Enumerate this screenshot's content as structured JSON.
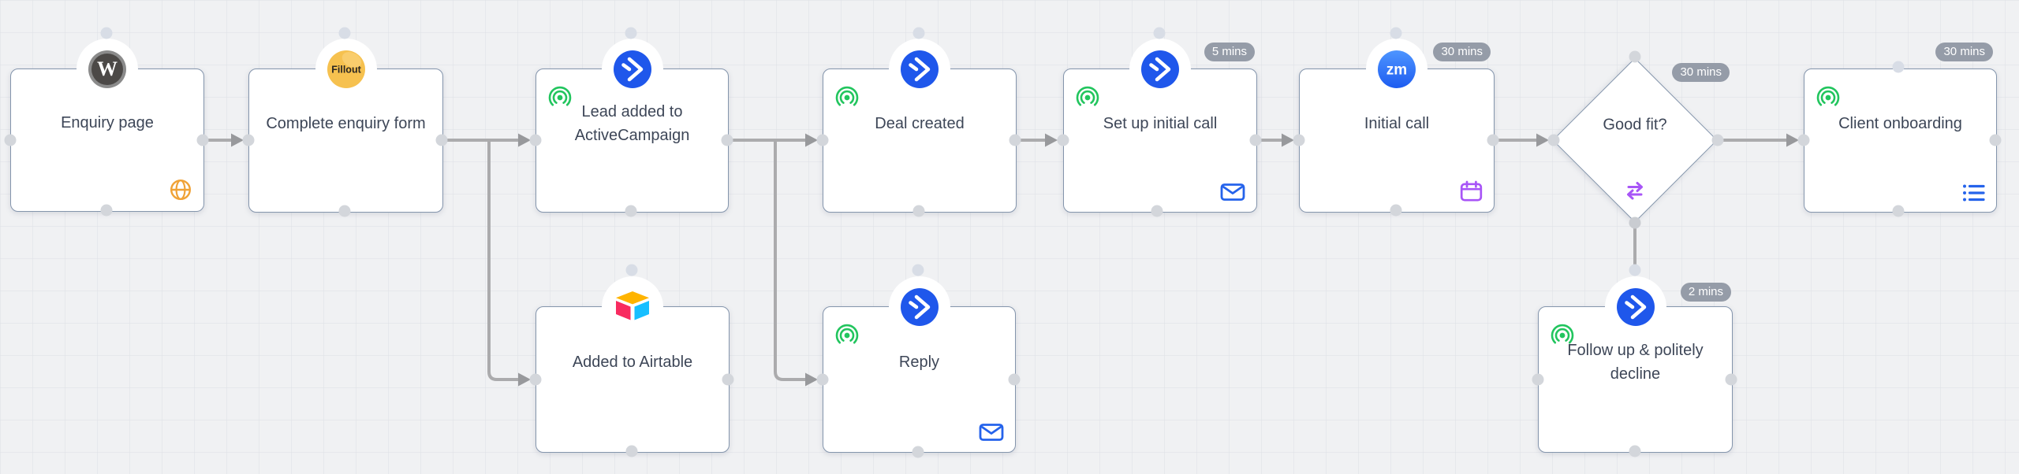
{
  "app": {
    "name": "Workflow canvas"
  },
  "colors": {
    "canvas_bg": "#f0f1f3",
    "node_border": "#8495ac",
    "text": "#3d4657",
    "edge": "#ababad",
    "badge_bg": "#959ca8",
    "badge_text": "#ffffff",
    "activecampaign_blue": "#1f57eb",
    "broadcast_green": "#22c55e",
    "accent_purple": "#a855f7",
    "accent_blue": "#2563eb",
    "globe_orange": "#f0a236",
    "fillout_yellow": "#f6c14f"
  },
  "nodes": [
    {
      "label": "Enquiry page",
      "logo": "wordpress-logo",
      "logo_text": "W",
      "corner_icon": "globe-icon"
    },
    {
      "label": "Complete enquiry form",
      "logo": "fillout-logo",
      "logo_text": "Fillout"
    },
    {
      "label": "Lead added to ActiveCampaign",
      "logo": "activecampaign-logo",
      "status_icon": "broadcast-icon"
    },
    {
      "label": "Added to Airtable",
      "logo": "airtable-logo"
    },
    {
      "label": "Deal created",
      "logo": "activecampaign-logo",
      "status_icon": "broadcast-icon"
    },
    {
      "label": "Reply",
      "logo": "activecampaign-logo",
      "status_icon": "broadcast-icon",
      "corner_icon": "envelope-icon"
    },
    {
      "label": "Set up initial call",
      "logo": "activecampaign-logo",
      "status_icon": "broadcast-icon",
      "corner_icon": "envelope-icon",
      "badge": "5 mins"
    },
    {
      "label": "Initial call",
      "logo": "zoom-logo",
      "logo_text": "zm",
      "corner_icon": "calendar-icon",
      "badge": "30 mins"
    },
    {
      "label": "Good fit?",
      "shape": "diamond",
      "corner_icon": "swap-arrows-icon",
      "badge": "30 mins"
    },
    {
      "label": "Client onboarding",
      "status_icon": "broadcast-icon",
      "corner_icon": "list-icon",
      "badge": "30 mins"
    },
    {
      "label": "Follow up & politely decline",
      "logo": "activecampaign-logo",
      "status_icon": "broadcast-icon",
      "badge": "2 mins"
    }
  ]
}
